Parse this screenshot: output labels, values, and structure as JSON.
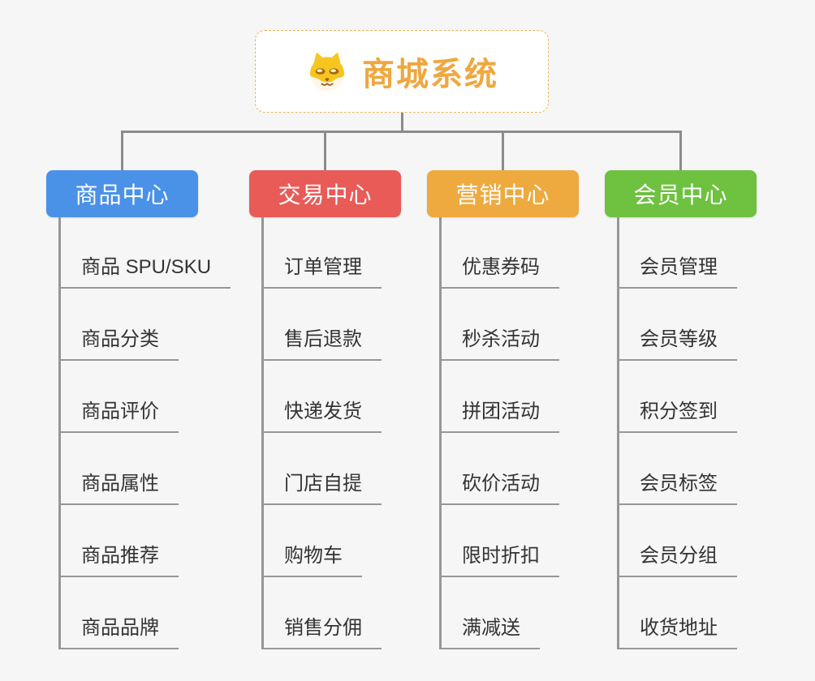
{
  "canvas": {
    "background_color": "#f6f6f6",
    "connector_color": "#8c8c8c"
  },
  "root": {
    "title": "商城系统",
    "icon": "dog-icon",
    "text_color": "#efa73f",
    "border_color": "#eab559"
  },
  "branches": [
    {
      "label": "商品中心",
      "color": "#4a91e8",
      "items": [
        "商品 SPU/SKU",
        "商品分类",
        "商品评价",
        "商品属性",
        "商品推荐",
        "商品品牌"
      ]
    },
    {
      "label": "交易中心",
      "color": "#e85b57",
      "items": [
        "订单管理",
        "售后退款",
        "快递发货",
        "门店自提",
        "购物车",
        "销售分佣"
      ]
    },
    {
      "label": "营销中心",
      "color": "#eeaa3f",
      "items": [
        "优惠券码",
        "秒杀活动",
        "拼团活动",
        "砍价活动",
        "限时折扣",
        "满减送"
      ]
    },
    {
      "label": "会员中心",
      "color": "#6fc140",
      "items": [
        "会员管理",
        "会员等级",
        "积分签到",
        "会员标签",
        "会员分组",
        "收货地址"
      ]
    }
  ]
}
